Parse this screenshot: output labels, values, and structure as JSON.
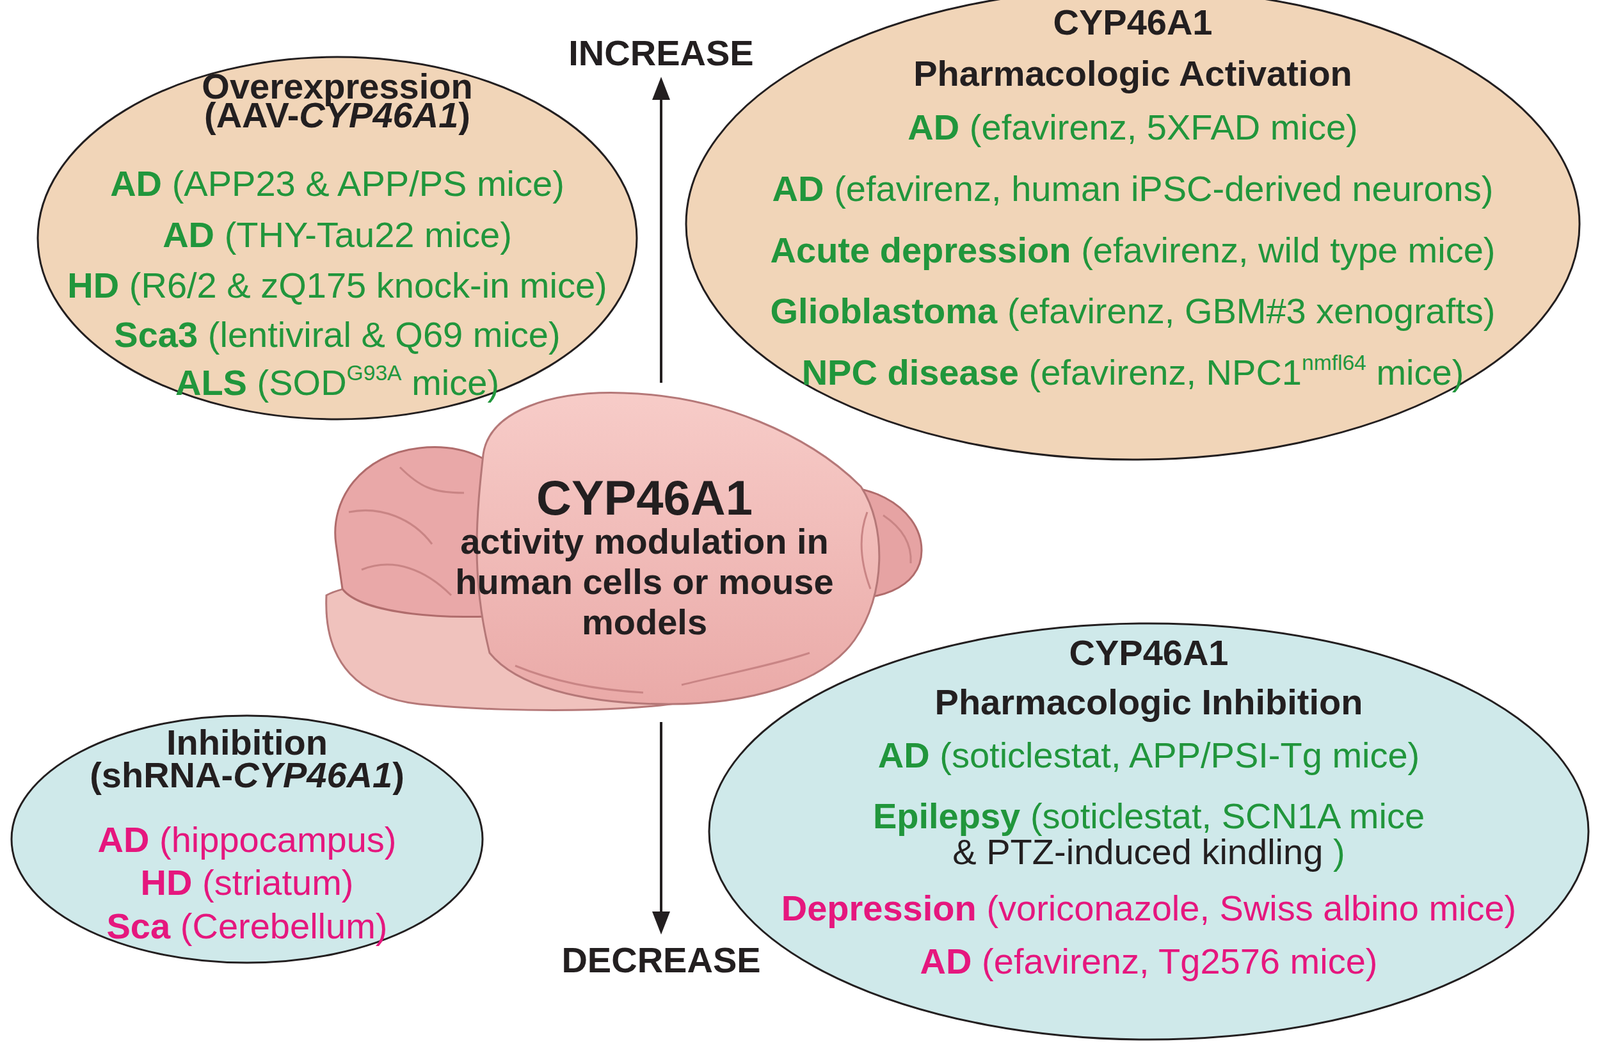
{
  "diagram": {
    "nodes": [
      {
        "text": [
          "Overexpression",
          "(AAV-",
          "CYP46A1",
          ")",
          "AD",
          "(APP23 & APP/PS mice)",
          "AD",
          "(THY-Tau22 mice)",
          "HD",
          "(R6/2 & zQ175 knock-in mice)",
          "Sca3",
          "(lentiviral & Q69 mice)",
          "ALS",
          "(SOD",
          "G93A",
          "mice)"
        ]
      },
      {
        "text": [
          "CYP46A1",
          "Pharmacologic Activation",
          "AD",
          "(efavirenz, 5XFAD mice)",
          "AD",
          "(efavirenz, human iPSC-derived neurons)",
          "Acute depression",
          "(efavirenz, wild type mice)",
          "Glioblastoma",
          "(efavirenz, GBM#3 xenografts)",
          "NPC disease",
          "(efavirenz, NPC1",
          "nmfl64",
          "mice)"
        ]
      },
      {
        "text": [
          "CYP46A1",
          "activity modulation in human cells or mouse models"
        ]
      },
      {
        "text": [
          "Inhibition",
          "(shRNA-",
          "CYP46A1",
          ")",
          "AD",
          "(hippocampus)",
          "HD",
          "(striatum)",
          "Sca",
          "(Cerebellum)"
        ]
      },
      {
        "text": [
          "CYP46A1",
          "Pharmacologic Inhibition",
          "AD",
          "(soticlestat, APP/PSI-Tg mice)",
          "Epilepsy",
          "(soticlestat, SCN1A mice",
          "& PTZ-induced kindling",
          ")",
          "Depression",
          "(voriconazole, Swiss albino mice)",
          "AD",
          "(efavirenz, Tg2576 mice)"
        ]
      }
    ],
    "labels": [
      "INCREASE",
      "DECREASE"
    ]
  }
}
